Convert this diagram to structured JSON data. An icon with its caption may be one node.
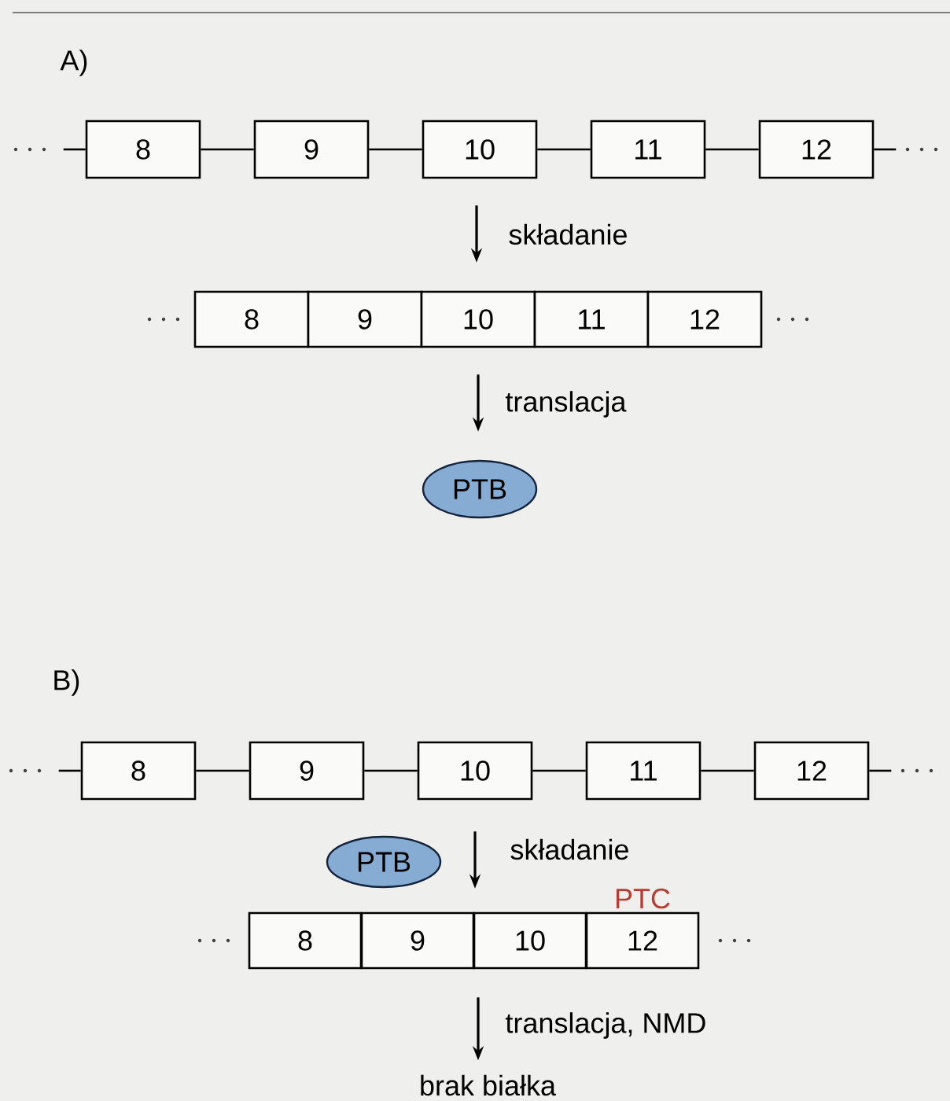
{
  "diagram": {
    "nodes": [
      {
        "text": [
          "8"
        ]
      },
      {
        "text": [
          "9"
        ]
      },
      {
        "text": [
          "10"
        ]
      },
      {
        "text": [
          "11"
        ]
      },
      {
        "text": [
          "12"
        ]
      },
      {
        "text": [
          "8"
        ]
      },
      {
        "text": [
          "9"
        ]
      },
      {
        "text": [
          "10"
        ]
      },
      {
        "text": [
          "11"
        ]
      },
      {
        "text": [
          "12"
        ]
      },
      {
        "text": [
          "PTB"
        ]
      },
      {
        "text": [
          "8"
        ]
      },
      {
        "text": [
          "9"
        ]
      },
      {
        "text": [
          "10"
        ]
      },
      {
        "text": [
          "11"
        ]
      },
      {
        "text": [
          "12"
        ]
      },
      {
        "text": [
          "PTB"
        ]
      },
      {
        "text": [
          "8"
        ]
      },
      {
        "text": [
          "9"
        ]
      },
      {
        "text": [
          "10"
        ]
      },
      {
        "text": [
          "12"
        ],
        "beside": [
          "PTC"
        ]
      },
      {
        "text": [
          "brak białka"
        ]
      }
    ],
    "edges": [
      {
        "from": null,
        "to": 0,
        "arrow": "none"
      },
      {
        "from": 0,
        "to": 1,
        "arrow": "none"
      },
      {
        "from": 1,
        "to": 2,
        "arrow": "none"
      },
      {
        "from": 2,
        "to": 3,
        "arrow": "none"
      },
      {
        "from": 3,
        "to": 4,
        "arrow": "none"
      },
      {
        "from": 4,
        "to": null,
        "arrow": "none"
      },
      {
        "from": 2,
        "to": 7,
        "arrow": "to",
        "label": "składanie"
      },
      {
        "from": 7,
        "to": 10,
        "arrow": "to",
        "label": "translacja"
      },
      {
        "from": null,
        "to": 11,
        "arrow": "none"
      },
      {
        "from": 11,
        "to": 12,
        "arrow": "none"
      },
      {
        "from": 12,
        "to": 13,
        "arrow": "none"
      },
      {
        "from": 13,
        "to": 14,
        "arrow": "none"
      },
      {
        "from": 14,
        "to": 15,
        "arrow": "none"
      },
      {
        "from": 15,
        "to": null,
        "arrow": "none"
      },
      {
        "from": 13,
        "to": 19,
        "arrow": "to",
        "label": "składanie"
      },
      {
        "from": 19,
        "to": 21,
        "arrow": "to",
        "label": "translacja, NMD"
      }
    ],
    "labels": [
      "A)",
      "B)"
    ]
  }
}
